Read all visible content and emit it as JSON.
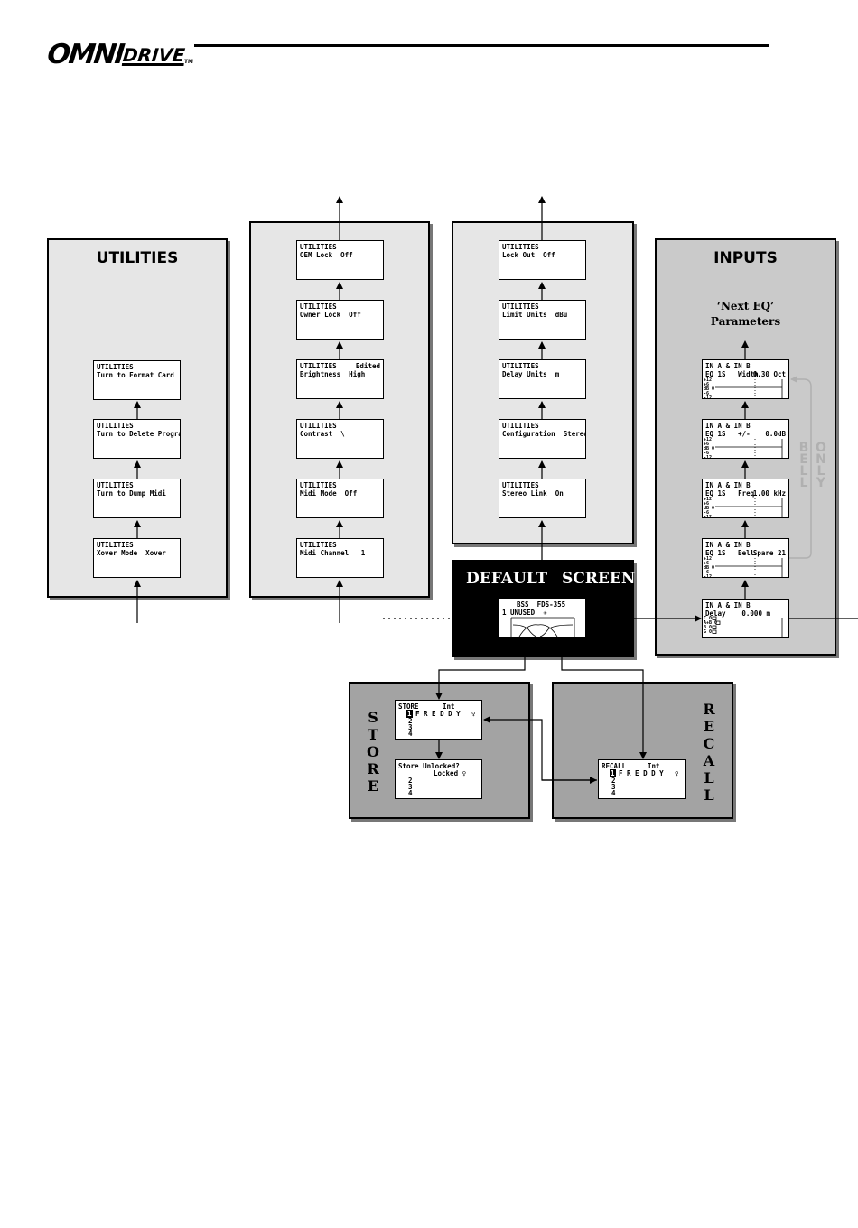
{
  "brand": {
    "omni": "OMNI",
    "drive": "DRIVE",
    "tm": "TM"
  },
  "utilities_panel": {
    "title": "UTILITIES",
    "screens": [
      {
        "l1": "UTILITIES",
        "l2": "Turn to Format Card"
      },
      {
        "l1": "UTILITIES",
        "l2": "Turn to Delete Program"
      },
      {
        "l1": "UTILITIES",
        "l2": "Turn to Dump Midi"
      },
      {
        "l1": "UTILITIES",
        "l2": "Xover Mode  Xover"
      }
    ]
  },
  "col2": {
    "screens": [
      {
        "l1": "UTILITIES",
        "l2": "OEM Lock  Off",
        "right": ""
      },
      {
        "l1": "UTILITIES",
        "l2": "Owner Lock  Off",
        "right": ""
      },
      {
        "l1": "UTILITIES",
        "l2": "Brightness  High",
        "right": "Edited"
      },
      {
        "l1": "UTILITIES",
        "l2": "Contrast  \\",
        "right": ""
      },
      {
        "l1": "UTILITIES",
        "l2": "Midi Mode  Off",
        "right": ""
      },
      {
        "l1": "UTILITIES",
        "l2": "Midi Channel   1",
        "right": ""
      }
    ]
  },
  "col3": {
    "screens": [
      {
        "l1": "UTILITIES",
        "l2": "Lock Out  Off"
      },
      {
        "l1": "UTILITIES",
        "l2": "Limit Units  dBu"
      },
      {
        "l1": "UTILITIES",
        "l2": "Delay Units  m"
      },
      {
        "l1": "UTILITIES",
        "l2": "Configuration  Stereo"
      },
      {
        "l1": "UTILITIES",
        "l2": "Stereo Link  On"
      }
    ]
  },
  "inputs_panel": {
    "title": "INPUTS",
    "subtitle1": "‘Next EQ’",
    "subtitle2": "Parameters",
    "bell_word": [
      "B",
      "E",
      "L",
      "L"
    ],
    "only_word": [
      "O",
      "N",
      "L",
      "Y"
    ],
    "screens": [
      {
        "l1": "IN A & IN B",
        "l2a": "EQ 1S   Width",
        "l2b": "0.30 Oct"
      },
      {
        "l1": "IN A & IN B",
        "l2a": "EQ 1S   +/-",
        "l2b": "0.0dB"
      },
      {
        "l1": "IN A & IN B",
        "l2a": "EQ 1S   Freq",
        "l2b": "1.00 kHz"
      },
      {
        "l1": "IN A & IN B",
        "l2a": "EQ 1S   Bell",
        "l2b": "Spare 21"
      }
    ],
    "delay_screen": {
      "l1": "IN A & IN B",
      "l2a": "Delay",
      "l2b": "0.000 m",
      "chans": [
        "C  0",
        "A+B 0",
        "B  0",
        "G  0"
      ]
    },
    "scale": [
      "+12",
      "+6",
      "dB 0",
      "-6",
      "-12"
    ]
  },
  "default_panel": {
    "title_left": "DEFAULT",
    "title_right": "SCREEN",
    "l1": "BSS  FDS-355",
    "l2": "1 UNUSED  ✳"
  },
  "store_panel": {
    "letters": [
      "S",
      "T",
      "O",
      "R",
      "E"
    ],
    "screen1": {
      "l1a": "STORE",
      "l1b": "Int",
      "num": "1",
      "name": "F R E D D Y",
      "lock": "♀",
      "rows": [
        "2",
        "3",
        "4"
      ]
    },
    "screen2": {
      "l1": "Store Unlocked?",
      "l2": "Locked ♀",
      "rows": [
        "2",
        "3",
        "4"
      ]
    }
  },
  "recall_panel": {
    "letters": [
      "R",
      "E",
      "C",
      "A",
      "L",
      "L"
    ],
    "screen": {
      "l1a": "RECALL",
      "l1b": "Int",
      "num": "1",
      "name": "F R E D D Y",
      "lock": "♀",
      "rows": [
        "2",
        "3",
        "4"
      ]
    }
  },
  "colors": {
    "panel_light": "#e6e6e6",
    "panel_mid": "#cacaca",
    "panel_dark": "#a3a3a3",
    "ink": "#000000",
    "bell_only": "#b0b0b0"
  }
}
